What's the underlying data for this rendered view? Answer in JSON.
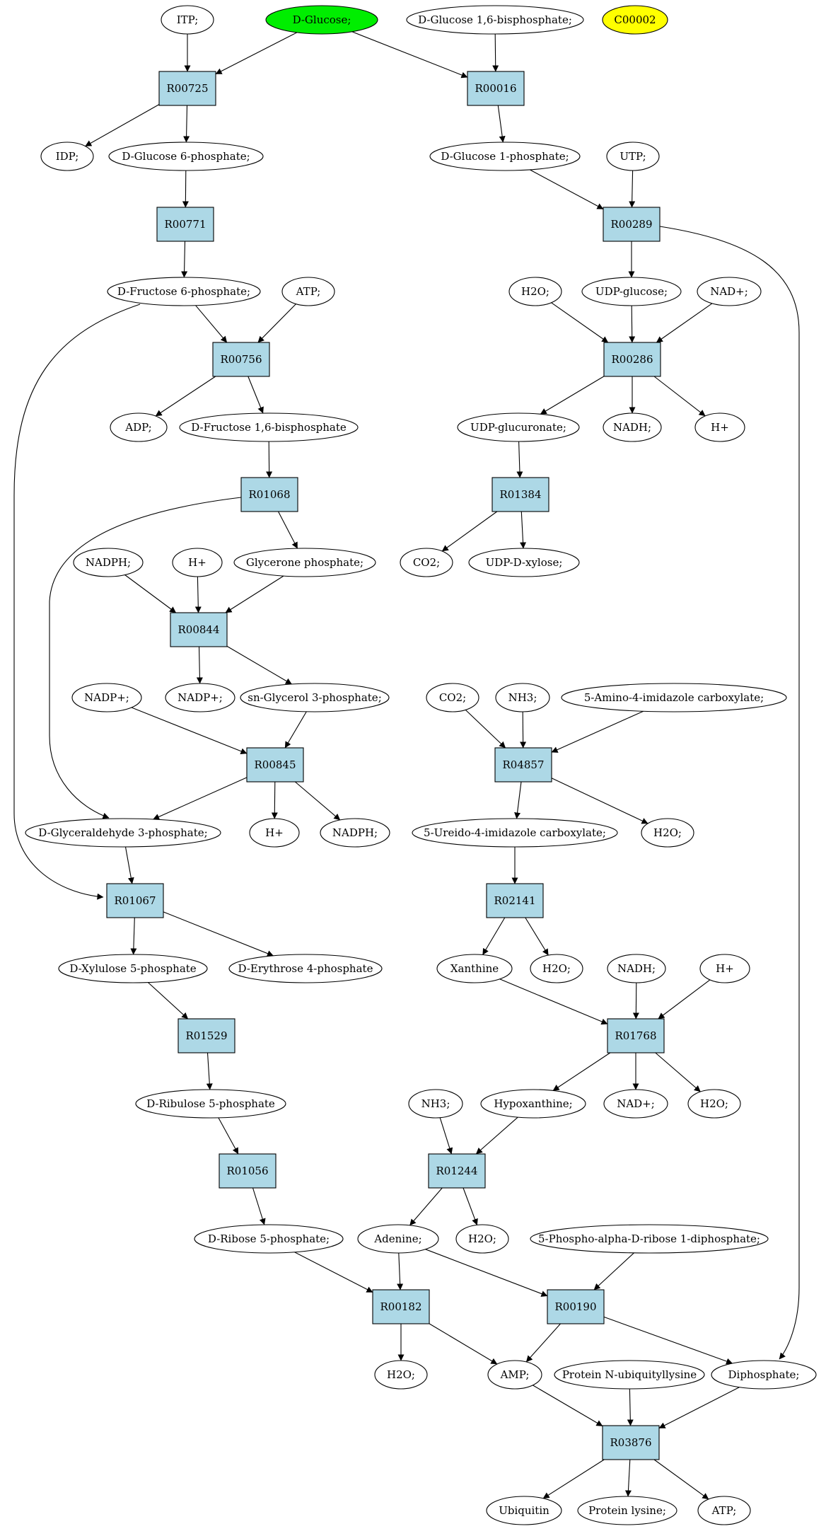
{
  "colors": {
    "reaction_fill": "#add8e6",
    "start_fill": "#00ee00",
    "highlight_fill": "#ffff00",
    "compound_fill": "#ffffff",
    "stroke": "#000000"
  },
  "nodes": {
    "itp": "ITP;",
    "dglucose": "D-Glucose;",
    "dg16bp": "D-Glucose 1,6-bisphosphate;",
    "c00002": "C00002",
    "r00725": "R00725",
    "r00016": "R00016",
    "idp": "IDP;",
    "dg6p": "D-Glucose 6-phosphate;",
    "dg1p": "D-Glucose 1-phosphate;",
    "utp": "UTP;",
    "r00771": "R00771",
    "r00289": "R00289",
    "df6p": "D-Fructose 6-phosphate;",
    "atp1": "ATP;",
    "h2o1": "H2O;",
    "udpglc": "UDP-glucose;",
    "nadp1": "NAD+;",
    "r00756": "R00756",
    "r00286": "R00286",
    "adp": "ADP;",
    "df16bp": "D-Fructose 1,6-bisphosphate",
    "udpglcu": "UDP-glucuronate;",
    "nadh1": "NADH;",
    "hplus1": "H+",
    "r01068": "R01068",
    "r01384": "R01384",
    "nadph1": "NADPH;",
    "hplus2": "H+",
    "glyceronep": "Glycerone phosphate;",
    "co2a": "CO2;",
    "udpxyl": "UDP-D-xylose;",
    "r00844": "R00844",
    "nadpplus1": "NADP+;",
    "nadpplus2": "NADP+;",
    "snglyc3p": "sn-Glycerol 3-phosphate;",
    "co2b": "CO2;",
    "nh3a": "NH3;",
    "aica": "5-Amino-4-imidazole carboxylate;",
    "r00845": "R00845",
    "r04857": "R04857",
    "dgap": "D-Glyceraldehyde 3-phosphate;",
    "hplus3": "H+",
    "nadph2": "NADPH;",
    "ureido": "5-Ureido-4-imidazole carboxylate;",
    "h2o2": "H2O;",
    "r01067": "R01067",
    "r02141": "R02141",
    "dx5p": "D-Xylulose 5-phosphate",
    "de4p": "D-Erythrose 4-phosphate",
    "xanthine": "Xanthine",
    "h2o3": "H2O;",
    "nadh2": "NADH;",
    "hplus4": "H+",
    "r01529": "R01529",
    "r01768": "R01768",
    "dru5p": "D-Ribulose 5-phosphate",
    "nh3b": "NH3;",
    "hypox": "Hypoxanthine;",
    "nadplus2": "NAD+;",
    "h2o4": "H2O;",
    "r01056": "R01056",
    "r01244": "R01244",
    "dr5p": "D-Ribose 5-phosphate;",
    "adenine": "Adenine;",
    "h2o5": "H2O;",
    "prpp": "5-Phospho-alpha-D-ribose 1-diphosphate;",
    "r00182": "R00182",
    "r00190": "R00190",
    "h2o6": "H2O;",
    "amp": "AMP;",
    "protubq": "Protein N-ubiquityllysine",
    "diphos": "Diphosphate;",
    "r03876": "R03876",
    "ubiquitin": "Ubiquitin",
    "protlys": "Protein lysine;",
    "atp2": "ATP;"
  }
}
